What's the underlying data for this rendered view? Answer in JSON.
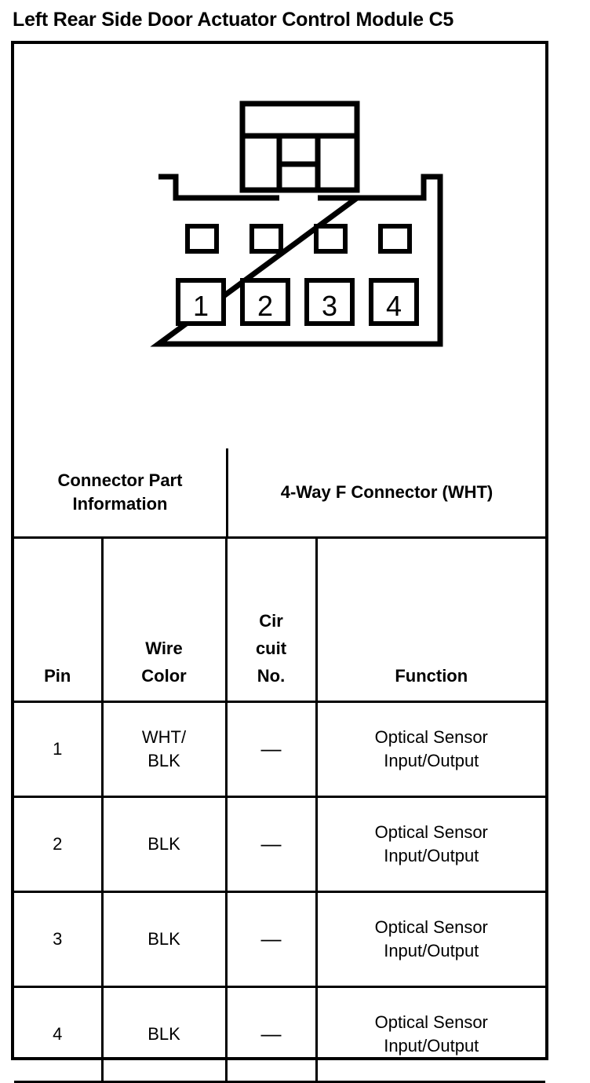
{
  "title": "Left Rear Side Door Actuator Control Module C5",
  "diagram": {
    "name": "connector-face-view",
    "cavity_labels": [
      "1",
      "2",
      "3",
      "4"
    ],
    "blank_cavities": 4,
    "colors": {
      "line": "#000000",
      "fill": "#ffffff"
    }
  },
  "connector_info": {
    "label": "Connector Part Information",
    "value": "4-Way F Connector (WHT)"
  },
  "pin_table": {
    "headers": {
      "pin": "Pin",
      "wire_color_line1": "Wire",
      "wire_color_line2": "Color",
      "circuit_line1": "Cir",
      "circuit_line2": "cuit",
      "circuit_line3": "No.",
      "function": "Function"
    },
    "rows": [
      {
        "pin": "1",
        "wire_line1": "WHT/",
        "wire_line2": "BLK",
        "circuit": "—",
        "function_line1": "Optical Sensor",
        "function_line2": "Input/Output"
      },
      {
        "pin": "2",
        "wire_line1": "BLK",
        "wire_line2": "",
        "circuit": "—",
        "function_line1": "Optical Sensor",
        "function_line2": "Input/Output"
      },
      {
        "pin": "3",
        "wire_line1": "BLK",
        "wire_line2": "",
        "circuit": "—",
        "function_line1": "Optical Sensor",
        "function_line2": "Input/Output"
      },
      {
        "pin": "4",
        "wire_line1": "BLK",
        "wire_line2": "",
        "circuit": "—",
        "function_line1": "Optical Sensor",
        "function_line2": "Input/Output"
      }
    ]
  }
}
